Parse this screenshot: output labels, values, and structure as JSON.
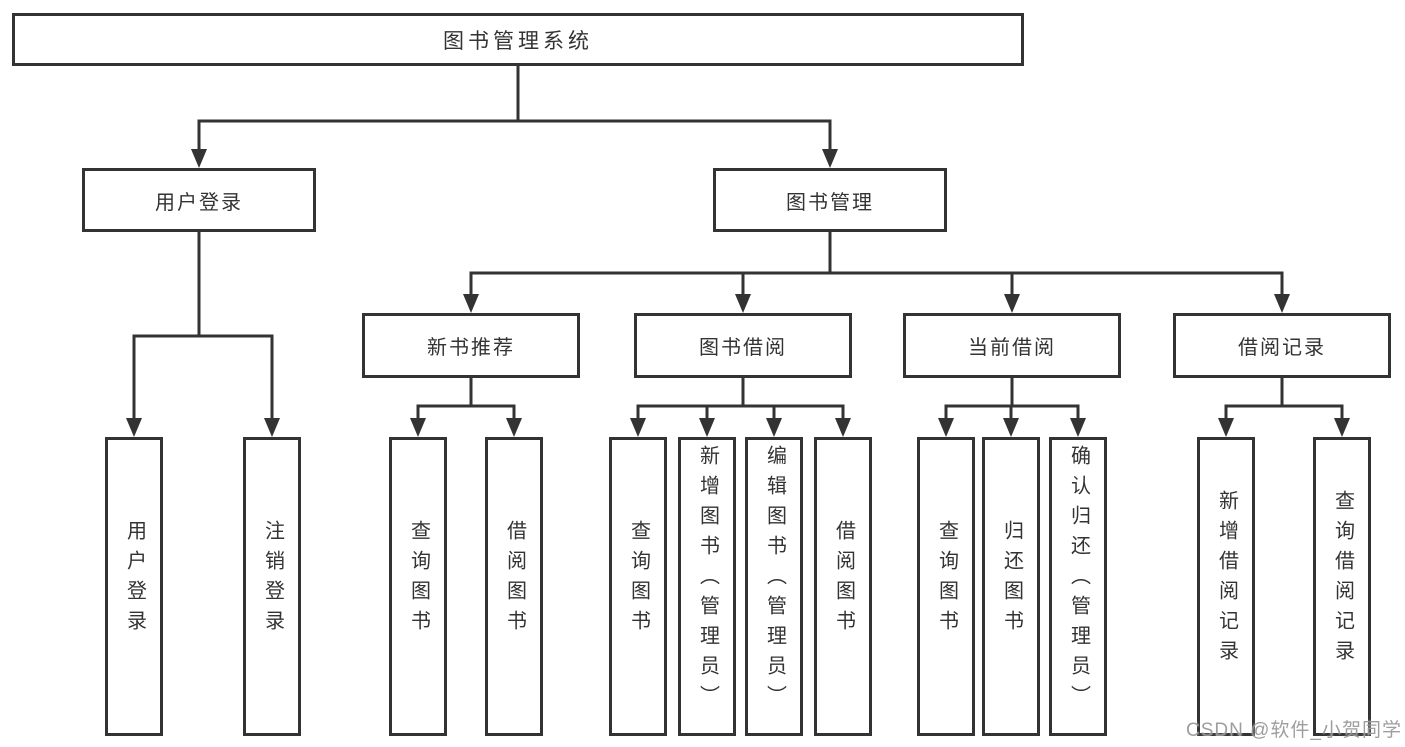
{
  "diagram": {
    "colors": {
      "line": "#333333",
      "node_border": "#333333",
      "node_background": "#ffffff",
      "text": "#333333",
      "watermark_text": "#969696"
    },
    "nodes": {
      "root": {
        "label": "图书管理系统"
      },
      "user_login": {
        "label": "用户登录",
        "children": {
          "login": {
            "label": "用户登录"
          },
          "logout": {
            "label": "注销登录"
          }
        }
      },
      "book_management": {
        "label": "图书管理",
        "children": {
          "new_book_recommend": {
            "label": "新书推荐",
            "children": {
              "query_books": {
                "label": "查询图书"
              },
              "borrow_books": {
                "label": "借阅图书"
              }
            }
          },
          "book_borrowing": {
            "label": "图书借阅",
            "children": {
              "query_books": {
                "label": "查询图书"
              },
              "add_books_admin": {
                "label": "新增图书（管理员）"
              },
              "edit_books_admin": {
                "label": "编辑图书（管理员）"
              },
              "borrow_books": {
                "label": "借阅图书"
              }
            }
          },
          "current_borrowing": {
            "label": "当前借阅",
            "children": {
              "query_books": {
                "label": "查询图书"
              },
              "return_books": {
                "label": "归还图书"
              },
              "confirm_return_admin": {
                "label": "确认归还（管理员）"
              }
            }
          },
          "borrowing_records": {
            "label": "借阅记录",
            "children": {
              "add_borrow_record": {
                "label": "新增借阅记录"
              },
              "query_borrow_record": {
                "label": "查询借阅记录"
              }
            }
          }
        }
      }
    },
    "watermark": {
      "text": "CSDN @软件_小贺同学"
    }
  }
}
